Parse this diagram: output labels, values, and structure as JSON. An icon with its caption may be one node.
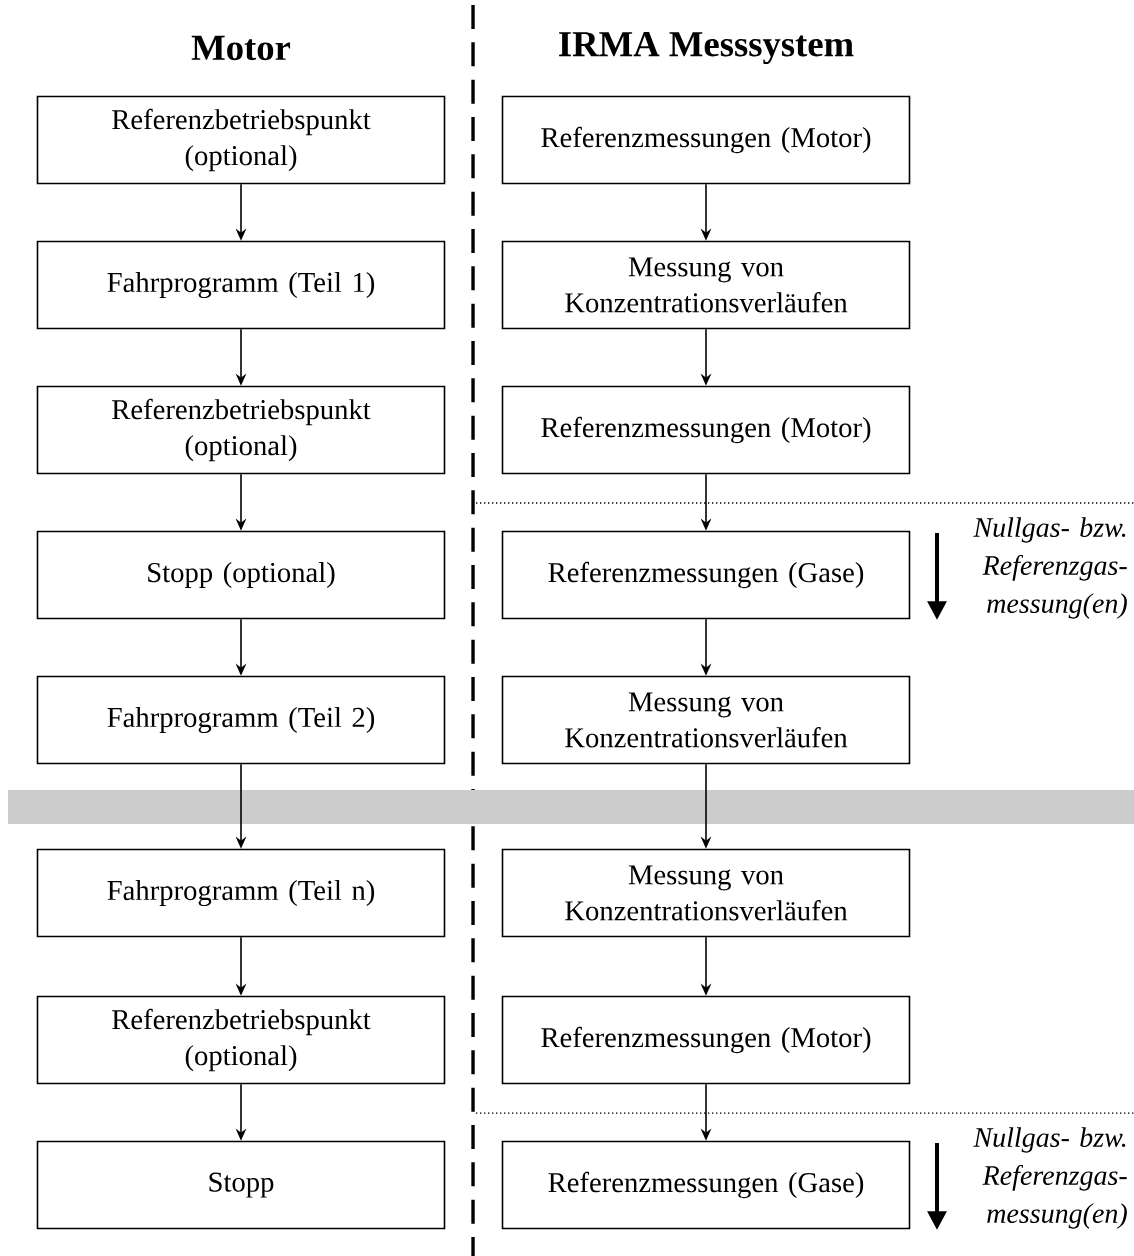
{
  "diagram": {
    "nodes": [
      {
        "text": [
          "Referenzbetriebspunkt (optional)"
        ]
      },
      {
        "text": [
          "Fahrprogramm (Teil 1)"
        ]
      },
      {
        "text": [
          "Referenzbetriebspunkt (optional)"
        ]
      },
      {
        "text": [
          "Stopp (optional)"
        ]
      },
      {
        "text": [
          "Fahrprogramm (Teil 2)"
        ]
      },
      {
        "text": [
          "Fahrprogramm (Teil n)"
        ]
      },
      {
        "text": [
          "Referenzbetriebspunkt (optional)"
        ]
      },
      {
        "text": [
          "Stopp"
        ]
      },
      {
        "text": [
          "Referenzmessungen (Motor)"
        ]
      },
      {
        "text": [
          "Messung von Konzentrationsverläufen"
        ]
      },
      {
        "text": [
          "Referenzmessungen (Motor)"
        ]
      },
      {
        "text": [
          "Referenzmessungen (Gase)"
        ],
        "beside": [
          "Nullgas- bzw. Referenzgas-messung(en)"
        ]
      },
      {
        "text": [
          "Messung von Konzentrationsverläufen"
        ]
      },
      {
        "text": [
          "Messung von Konzentrationsverläufen"
        ]
      },
      {
        "text": [
          "Referenzmessungen (Motor)"
        ]
      },
      {
        "text": [
          "Referenzmessungen (Gase)"
        ],
        "beside": [
          "Nullgas- bzw. Referenzgas-messung(en)"
        ]
      }
    ],
    "edges": [
      {
        "from": 0,
        "to": 1,
        "arrow": "to"
      },
      {
        "from": 1,
        "to": 2,
        "arrow": "to"
      },
      {
        "from": 2,
        "to": 3,
        "arrow": "to"
      },
      {
        "from": 3,
        "to": 4,
        "arrow": "to"
      },
      {
        "from": 4,
        "to": 5,
        "arrow": "to"
      },
      {
        "from": 5,
        "to": 6,
        "arrow": "to"
      },
      {
        "from": 6,
        "to": 7,
        "arrow": "to"
      },
      {
        "from": 8,
        "to": 9,
        "arrow": "to"
      },
      {
        "from": 9,
        "to": 10,
        "arrow": "to"
      },
      {
        "from": 10,
        "to": 11,
        "arrow": "to"
      },
      {
        "from": 11,
        "to": 12,
        "arrow": "to"
      },
      {
        "from": 12,
        "to": 13,
        "arrow": "to"
      },
      {
        "from": 13,
        "to": 14,
        "arrow": "to"
      },
      {
        "from": 14,
        "to": 15,
        "arrow": "to"
      }
    ],
    "labels": [
      "Motor",
      "IRMA Messsystem"
    ]
  }
}
